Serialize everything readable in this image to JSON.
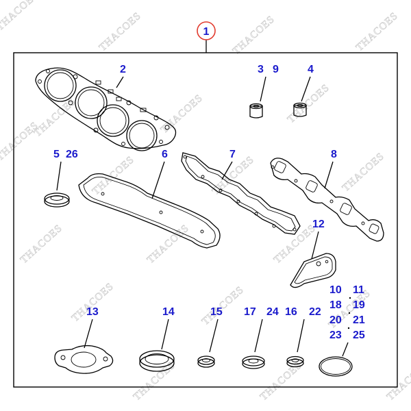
{
  "title_label": "1",
  "watermark": "THACOES",
  "callouts": {
    "c2": "2",
    "c3": "3",
    "c9": "9",
    "c4": "4",
    "c5": "5",
    "c26": "26",
    "c6": "6",
    "c7": "7",
    "c8": "8",
    "c12": "12",
    "c13": "13",
    "c14": "14",
    "c15": "15",
    "c17": "17",
    "c24": "24",
    "c16": "16",
    "c22": "22",
    "c10": "10",
    "c11": "11",
    "c18": "18",
    "c19": "19",
    "c20": "20",
    "c21": "21",
    "c23": "23",
    "c25": "25"
  },
  "colors": {
    "label": "#1a1acc",
    "circle": "#e23b2e",
    "watermark": "#d2d2d2",
    "line": "#000000"
  }
}
